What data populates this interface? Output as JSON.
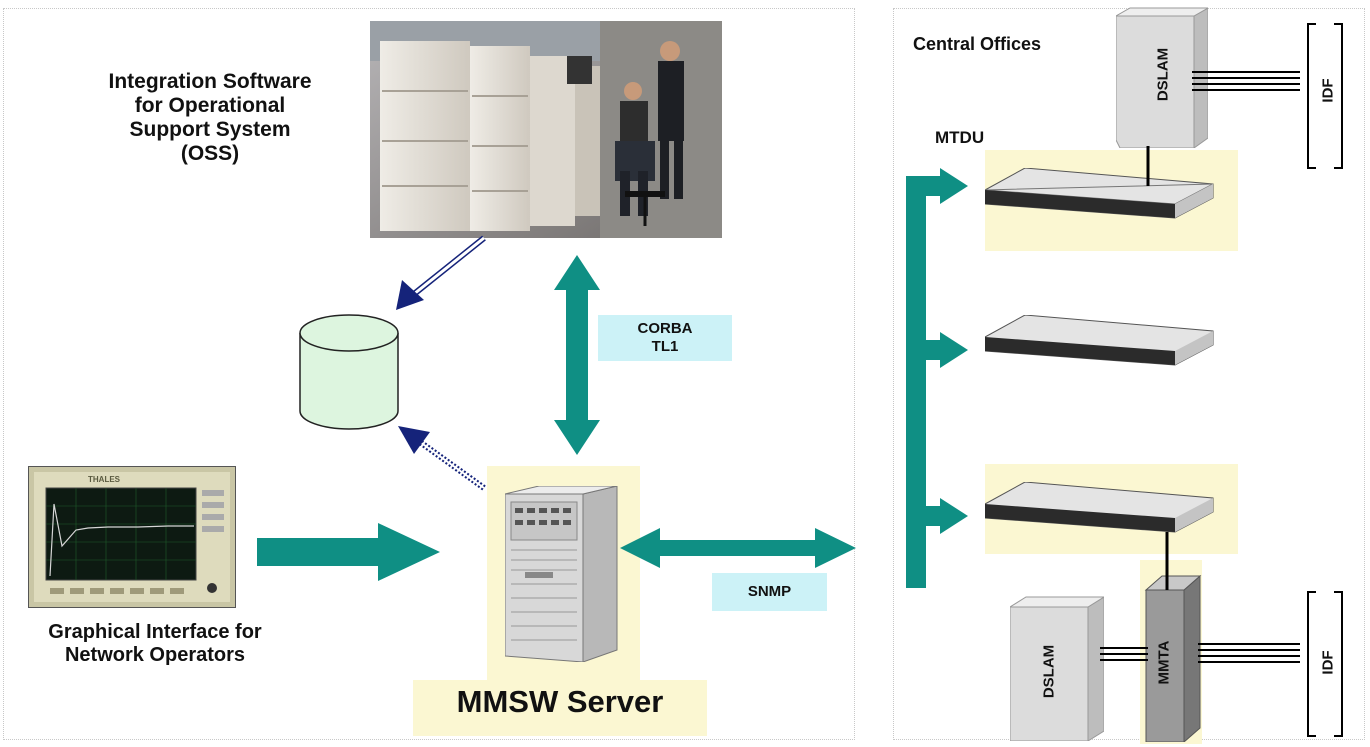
{
  "left_panel": {
    "oss_label_lines": [
      "Integration Software",
      "for Operational",
      "Support System",
      "(OSS)"
    ],
    "gui_label_lines": [
      "Graphical Interface for",
      "Network Operators"
    ],
    "corba_tag_lines": [
      "CORBA",
      "TL1"
    ],
    "snmp_tag": "SNMP",
    "server_label": "MMSW Server",
    "monitor_brand": "THALES"
  },
  "right_panel": {
    "central_offices_label": "Central Offices",
    "mtdu_label": "MTDU",
    "dslam_label": "DSLAM",
    "idf_label": "IDF",
    "mmta_label": "MMTA"
  },
  "colors": {
    "arrow_teal": "#0f8f84",
    "arrow_navy": "#15237a",
    "highlight_yellow": "#fbf7d2",
    "tag_cyan": "#ccf2f7",
    "database_green": "#ddf5df"
  }
}
